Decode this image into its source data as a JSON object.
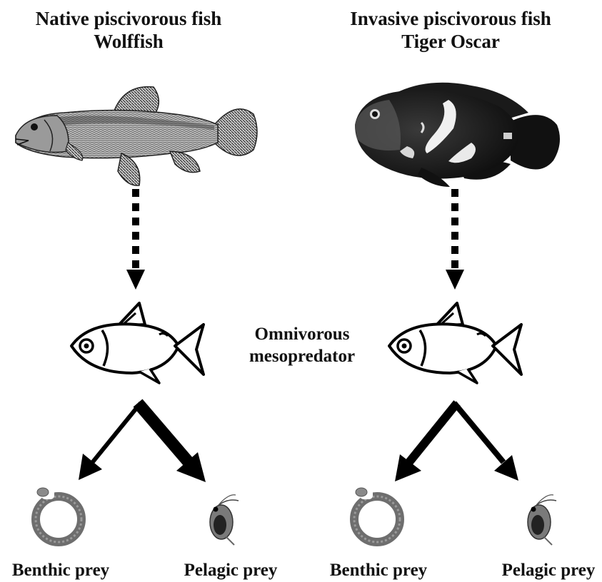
{
  "panels": [
    {
      "predator_line1": "Native piscivorous fish",
      "predator_line2": "Wolffish",
      "prey": [
        "Benthic prey",
        "Pelagic prey"
      ]
    },
    {
      "predator_line1": "Invasive piscivorous fish",
      "predator_line2": "Tiger Oscar",
      "prey": [
        "Benthic prey",
        "Pelagic prey"
      ]
    }
  ],
  "mesopredator": {
    "line1": "Omnivorous",
    "line2": "mesopredator"
  },
  "icons": {
    "native_predator": "wolffish-illustration",
    "invasive_predator": "tiger-oscar-photo",
    "mesopredator": "fish-outline-icon",
    "benthic": "benthic-larva-image",
    "pelagic": "pelagic-zooplankton-image"
  }
}
